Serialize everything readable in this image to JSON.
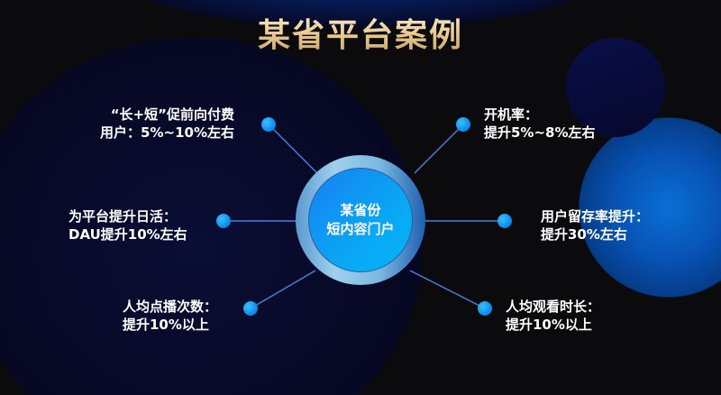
{
  "title": "某省平台案例",
  "center": {
    "line1": "某省份",
    "line2": "短内容门户"
  },
  "items": [
    {
      "line1": "“长+短”促前向付费",
      "line2": "用户：5%~10%左右"
    },
    {
      "line1": "为平台提升日活：",
      "line2": "DAU提升10%左右"
    },
    {
      "line1": "人均点播次数：",
      "line2": "提升10%以上"
    },
    {
      "line1": "开机率：",
      "line2": "提升5%~8%左右"
    },
    {
      "line1": "用户留存率提升：",
      "line2": "提升30%左右"
    },
    {
      "line1": "人均观看时长：",
      "line2": "提升10%以上"
    }
  ]
}
